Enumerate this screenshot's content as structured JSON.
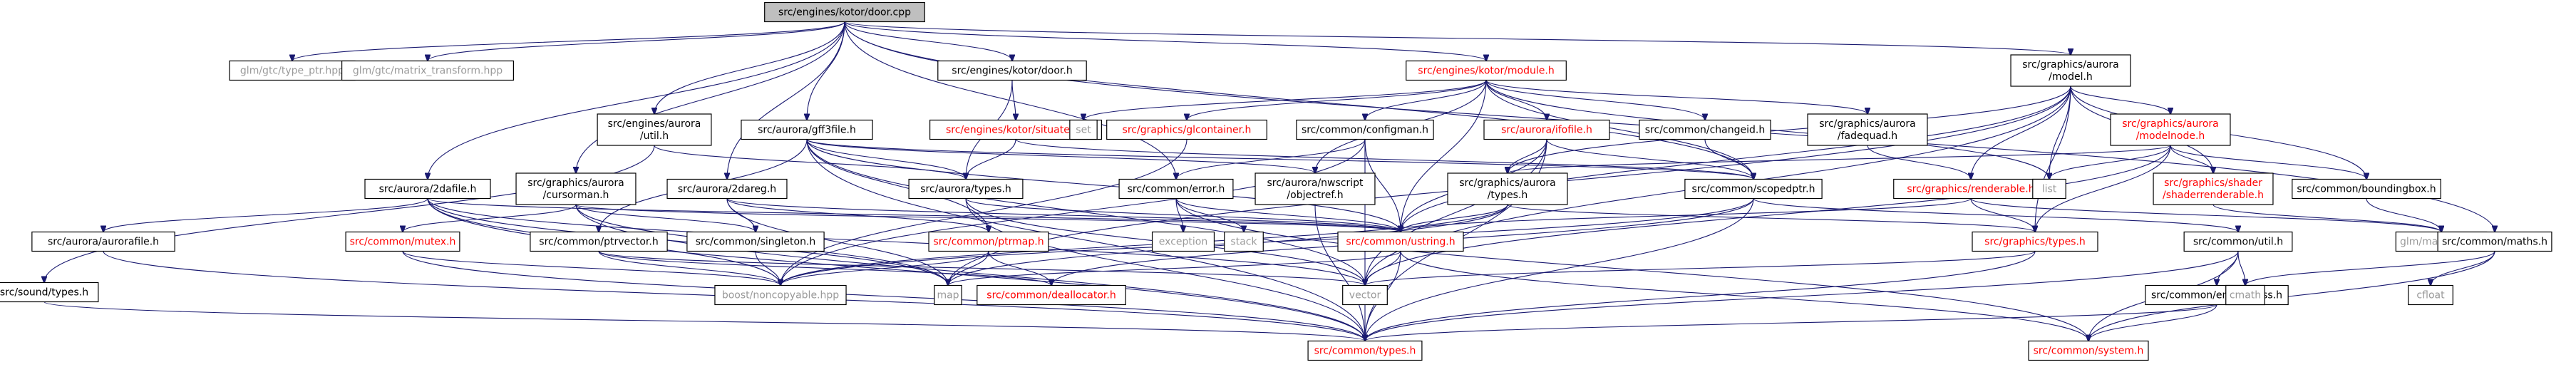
{
  "graph": {
    "colors": {
      "edge": "#191970",
      "root_fill": "#bfbfbf",
      "node_fill": "#ffffff",
      "text_default": "#000000",
      "text_red": "#ff0000",
      "text_system": "#999999"
    },
    "nodes": [
      {
        "id": "root",
        "lines": [
          "src/engines/kotor/door.cpp"
        ],
        "style": "root"
      },
      {
        "id": "glm_type_ptr",
        "lines": [
          "glm/gtc/type_ptr.hpp"
        ],
        "style": "system"
      },
      {
        "id": "glm_matrix_transform",
        "lines": [
          "glm/gtc/matrix_transform.hpp"
        ],
        "style": "system"
      },
      {
        "id": "kotor_door_h",
        "lines": [
          "src/engines/kotor/door.h"
        ],
        "style": "normal"
      },
      {
        "id": "kotor_module_h",
        "lines": [
          "src/engines/kotor/module.h"
        ],
        "style": "red"
      },
      {
        "id": "gfx_aurora_model_h",
        "lines": [
          "src/graphics/aurora",
          "/model.h"
        ],
        "style": "normal"
      },
      {
        "id": "kotor_situated_h",
        "lines": [
          "src/engines/kotor/situated.h"
        ],
        "style": "red"
      },
      {
        "id": "set",
        "lines": [
          "set"
        ],
        "style": "system"
      },
      {
        "id": "gfx_glcontainer_h",
        "lines": [
          "src/graphics/glcontainer.h"
        ],
        "style": "red"
      },
      {
        "id": "common_configman_h",
        "lines": [
          "src/common/configman.h"
        ],
        "style": "normal"
      },
      {
        "id": "aurora_ifofile_h",
        "lines": [
          "src/aurora/ifofile.h"
        ],
        "style": "red"
      },
      {
        "id": "common_changeid_h",
        "lines": [
          "src/common/changeid.h"
        ],
        "style": "normal"
      },
      {
        "id": "gfx_aurora_fadequad_h",
        "lines": [
          "src/graphics/aurora",
          "/fadequad.h"
        ],
        "style": "normal"
      },
      {
        "id": "gfx_aurora_modelnode_h",
        "lines": [
          "src/graphics/aurora",
          "/modelnode.h"
        ],
        "style": "red"
      },
      {
        "id": "engines_aurora_util_h",
        "lines": [
          "src/engines/aurora",
          "/util.h"
        ],
        "style": "normal"
      },
      {
        "id": "aurora_gff3file_h",
        "lines": [
          "src/aurora/gff3file.h"
        ],
        "style": "normal"
      },
      {
        "id": "gfx_aurora_cursorman_h",
        "lines": [
          "src/graphics/aurora",
          "/cursorman.h"
        ],
        "style": "normal"
      },
      {
        "id": "aurora_2dafile_h",
        "lines": [
          "src/aurora/2dafile.h"
        ],
        "style": "normal"
      },
      {
        "id": "aurora_2dareg_h",
        "lines": [
          "src/aurora/2dareg.h"
        ],
        "style": "normal"
      },
      {
        "id": "aurora_types_h",
        "lines": [
          "src/aurora/types.h"
        ],
        "style": "normal"
      },
      {
        "id": "common_error_h",
        "lines": [
          "src/common/error.h"
        ],
        "style": "normal"
      },
      {
        "id": "aurora_nwscript_objectref_h",
        "lines": [
          "src/aurora/nwscript",
          "/objectref.h"
        ],
        "style": "normal"
      },
      {
        "id": "gfx_aurora_types_h",
        "lines": [
          "src/graphics/aurora",
          "/types.h"
        ],
        "style": "normal"
      },
      {
        "id": "common_scopedptr_h",
        "lines": [
          "src/common/scopedptr.h"
        ],
        "style": "normal"
      },
      {
        "id": "gfx_renderable_h",
        "lines": [
          "src/graphics/renderable.h"
        ],
        "style": "red"
      },
      {
        "id": "list",
        "lines": [
          "list"
        ],
        "style": "system"
      },
      {
        "id": "gfx_shader_shaderrenderable_h",
        "lines": [
          "src/graphics/shader",
          "/shaderrenderable.h"
        ],
        "style": "red"
      },
      {
        "id": "common_boundingbox_h",
        "lines": [
          "src/common/boundingbox.h"
        ],
        "style": "normal"
      },
      {
        "id": "sound_types_h",
        "lines": [
          "src/sound/types.h"
        ],
        "style": "normal"
      },
      {
        "id": "aurora_aurorafile_h",
        "lines": [
          "src/aurora/aurorafile.h"
        ],
        "style": "normal"
      },
      {
        "id": "common_mutex_h",
        "lines": [
          "src/common/mutex.h"
        ],
        "style": "red"
      },
      {
        "id": "common_ptrvector_h",
        "lines": [
          "src/common/ptrvector.h"
        ],
        "style": "normal"
      },
      {
        "id": "common_singleton_h",
        "lines": [
          "src/common/singleton.h"
        ],
        "style": "normal"
      },
      {
        "id": "exception",
        "lines": [
          "exception"
        ],
        "style": "system"
      },
      {
        "id": "stack",
        "lines": [
          "stack"
        ],
        "style": "system"
      },
      {
        "id": "common_ptrmap_h",
        "lines": [
          "src/common/ptrmap.h"
        ],
        "style": "red"
      },
      {
        "id": "common_ustring_h",
        "lines": [
          "src/common/ustring.h"
        ],
        "style": "red"
      },
      {
        "id": "gfx_types_h",
        "lines": [
          "src/graphics/types.h"
        ],
        "style": "red"
      },
      {
        "id": "common_util_h",
        "lines": [
          "src/common/util.h"
        ],
        "style": "normal"
      },
      {
        "id": "glm_mat4x4",
        "lines": [
          "glm/mat4x4.hpp"
        ],
        "style": "system"
      },
      {
        "id": "common_maths_h",
        "lines": [
          "src/common/maths.h"
        ],
        "style": "normal"
      },
      {
        "id": "boost_noncopyable",
        "lines": [
          "boost/noncopyable.hpp"
        ],
        "style": "system"
      },
      {
        "id": "map",
        "lines": [
          "map"
        ],
        "style": "system"
      },
      {
        "id": "common_deallocator_h",
        "lines": [
          "src/common/deallocator.h"
        ],
        "style": "red"
      },
      {
        "id": "vector",
        "lines": [
          "vector"
        ],
        "style": "system"
      },
      {
        "id": "common_endianness_h",
        "lines": [
          "src/common/endianness.h"
        ],
        "style": "normal"
      },
      {
        "id": "cmath",
        "lines": [
          "cmath"
        ],
        "style": "system"
      },
      {
        "id": "cfloat",
        "lines": [
          "cfloat"
        ],
        "style": "system"
      },
      {
        "id": "common_types_h",
        "lines": [
          "src/common/types.h"
        ],
        "style": "red"
      },
      {
        "id": "common_system_h",
        "lines": [
          "src/common/system.h"
        ],
        "style": "red"
      }
    ],
    "edges": [
      [
        "root",
        "glm_type_ptr"
      ],
      [
        "root",
        "glm_matrix_transform"
      ],
      [
        "root",
        "kotor_door_h"
      ],
      [
        "root",
        "kotor_module_h"
      ],
      [
        "root",
        "gfx_aurora_model_h"
      ],
      [
        "root",
        "engines_aurora_util_h"
      ],
      [
        "root",
        "aurora_gff3file_h"
      ],
      [
        "root",
        "gfx_aurora_cursorman_h"
      ],
      [
        "root",
        "aurora_2dafile_h"
      ],
      [
        "root",
        "aurora_2dareg_h"
      ],
      [
        "root",
        "common_error_h"
      ],
      [
        "root",
        "common_scopedptr_h"
      ],
      [
        "root",
        "common_maths_h"
      ],
      [
        "kotor_door_h",
        "kotor_situated_h"
      ],
      [
        "kotor_door_h",
        "aurora_types_h"
      ],
      [
        "kotor_module_h",
        "set"
      ],
      [
        "kotor_module_h",
        "gfx_glcontainer_h"
      ],
      [
        "kotor_module_h",
        "common_configman_h"
      ],
      [
        "kotor_module_h",
        "aurora_ifofile_h"
      ],
      [
        "kotor_module_h",
        "common_changeid_h"
      ],
      [
        "kotor_module_h",
        "gfx_aurora_fadequad_h"
      ],
      [
        "kotor_module_h",
        "list"
      ],
      [
        "kotor_module_h",
        "common_scopedptr_h"
      ],
      [
        "kotor_module_h",
        "common_ustring_h"
      ],
      [
        "kotor_module_h",
        "aurora_nwscript_objectref_h"
      ],
      [
        "gfx_aurora_model_h",
        "gfx_aurora_modelnode_h"
      ],
      [
        "gfx_aurora_model_h",
        "gfx_aurora_types_h"
      ],
      [
        "gfx_aurora_model_h",
        "gfx_renderable_h"
      ],
      [
        "gfx_aurora_model_h",
        "list"
      ],
      [
        "gfx_aurora_model_h",
        "gfx_shader_shaderrenderable_h"
      ],
      [
        "gfx_aurora_model_h",
        "common_boundingbox_h"
      ],
      [
        "gfx_aurora_model_h",
        "gfx_types_h"
      ],
      [
        "gfx_aurora_model_h",
        "common_ustring_h"
      ],
      [
        "gfx_aurora_model_h",
        "vector"
      ],
      [
        "gfx_aurora_model_h",
        "map"
      ],
      [
        "kotor_situated_h",
        "aurora_types_h"
      ],
      [
        "kotor_situated_h",
        "common_scopedptr_h"
      ],
      [
        "gfx_glcontainer_h",
        "boost_noncopyable"
      ],
      [
        "common_configman_h",
        "common_ustring_h"
      ],
      [
        "common_configman_h",
        "common_error_h"
      ],
      [
        "common_configman_h",
        "common_types_h"
      ],
      [
        "common_configman_h",
        "boost_noncopyable"
      ],
      [
        "aurora_ifofile_h",
        "common_ustring_h"
      ],
      [
        "aurora_ifofile_h",
        "gfx_aurora_types_h"
      ],
      [
        "aurora_ifofile_h",
        "common_scopedptr_h"
      ],
      [
        "aurora_ifofile_h",
        "vector"
      ],
      [
        "aurora_ifofile_h",
        "common_types_h"
      ],
      [
        "common_changeid_h",
        "common_scopedptr_h"
      ],
      [
        "gfx_aurora_fadequad_h",
        "gfx_renderable_h"
      ],
      [
        "gfx_aurora_modelnode_h",
        "list"
      ],
      [
        "gfx_aurora_modelnode_h",
        "gfx_shader_shaderrenderable_h"
      ],
      [
        "gfx_aurora_modelnode_h",
        "common_boundingbox_h"
      ],
      [
        "gfx_aurora_modelnode_h",
        "gfx_types_h"
      ],
      [
        "gfx_aurora_modelnode_h",
        "gfx_aurora_types_h"
      ],
      [
        "gfx_aurora_modelnode_h",
        "vector"
      ],
      [
        "engines_aurora_util_h",
        "sound_types_h"
      ],
      [
        "engines_aurora_util_h",
        "aurora_types_h"
      ],
      [
        "aurora_gff3file_h",
        "aurora_types_h"
      ],
      [
        "aurora_gff3file_h",
        "common_ptrvector_h"
      ],
      [
        "aurora_gff3file_h",
        "common_ustring_h"
      ],
      [
        "aurora_gff3file_h",
        "common_ptrmap_h"
      ],
      [
        "aurora_gff3file_h",
        "common_scopedptr_h"
      ],
      [
        "aurora_gff3file_h",
        "aurora_nwscript_objectref_h"
      ],
      [
        "aurora_gff3file_h",
        "common_types_h"
      ],
      [
        "aurora_gff3file_h",
        "vector"
      ],
      [
        "gfx_aurora_cursorman_h",
        "common_mutex_h"
      ],
      [
        "gfx_aurora_cursorman_h",
        "common_singleton_h"
      ],
      [
        "gfx_aurora_cursorman_h",
        "common_ustring_h"
      ],
      [
        "gfx_aurora_cursorman_h",
        "map"
      ],
      [
        "gfx_aurora_cursorman_h",
        "common_types_h"
      ],
      [
        "aurora_2dafile_h",
        "aurora_aurorafile_h"
      ],
      [
        "aurora_2dafile_h",
        "common_ustring_h"
      ],
      [
        "aurora_2dafile_h",
        "map"
      ],
      [
        "aurora_2dafile_h",
        "vector"
      ],
      [
        "aurora_2dafile_h",
        "boost_noncopyable"
      ],
      [
        "aurora_2dafile_h",
        "common_types_h"
      ],
      [
        "aurora_2dareg_h",
        "common_singleton_h"
      ],
      [
        "aurora_2dareg_h",
        "common_ustring_h"
      ],
      [
        "aurora_2dareg_h",
        "common_ptrmap_h"
      ],
      [
        "aurora_2dareg_h",
        "map"
      ],
      [
        "aurora_types_h",
        "common_ustring_h"
      ],
      [
        "aurora_types_h",
        "vector"
      ],
      [
        "aurora_types_h",
        "common_types_h"
      ],
      [
        "common_error_h",
        "exception"
      ],
      [
        "common_error_h",
        "stack"
      ],
      [
        "common_error_h",
        "common_ustring_h"
      ],
      [
        "common_error_h",
        "common_system_h"
      ],
      [
        "aurora_nwscript_objectref_h",
        "common_types_h"
      ],
      [
        "gfx_aurora_types_h",
        "common_ustring_h"
      ],
      [
        "gfx_aurora_types_h",
        "gfx_types_h"
      ],
      [
        "gfx_aurora_types_h",
        "map"
      ],
      [
        "gfx_aurora_types_h",
        "boost_noncopyable"
      ],
      [
        "common_scopedptr_h",
        "boost_noncopyable"
      ],
      [
        "common_scopedptr_h",
        "common_types_h"
      ],
      [
        "common_scopedptr_h",
        "common_util_h"
      ],
      [
        "common_scopedptr_h",
        "common_deallocator_h"
      ],
      [
        "gfx_renderable_h",
        "common_ustring_h"
      ],
      [
        "gfx_renderable_h",
        "gfx_types_h"
      ],
      [
        "gfx_renderable_h",
        "list"
      ],
      [
        "gfx_renderable_h",
        "glm_mat4x4"
      ],
      [
        "gfx_shader_shaderrenderable_h",
        "glm_mat4x4"
      ],
      [
        "common_boundingbox_h",
        "glm_mat4x4"
      ],
      [
        "sound_types_h",
        "common_types_h"
      ],
      [
        "aurora_aurorafile_h",
        "common_types_h"
      ],
      [
        "common_mutex_h",
        "boost_noncopyable"
      ],
      [
        "common_mutex_h",
        "common_types_h"
      ],
      [
        "common_ptrvector_h",
        "vector"
      ],
      [
        "common_ptrvector_h",
        "boost_noncopyable"
      ],
      [
        "common_ptrvector_h",
        "common_deallocator_h"
      ],
      [
        "common_singleton_h",
        "boost_noncopyable"
      ],
      [
        "common_ptrmap_h",
        "map"
      ],
      [
        "common_ptrmap_h",
        "boost_noncopyable"
      ],
      [
        "common_ptrmap_h",
        "common_deallocator_h"
      ],
      [
        "common_ustring_h",
        "common_types_h"
      ],
      [
        "common_ustring_h",
        "common_system_h"
      ],
      [
        "common_ustring_h",
        "vector"
      ],
      [
        "common_ustring_h",
        "map"
      ],
      [
        "gfx_types_h",
        "common_types_h"
      ],
      [
        "gfx_types_h",
        "vector"
      ],
      [
        "common_util_h",
        "cmath"
      ],
      [
        "common_util_h",
        "common_endianness_h"
      ],
      [
        "common_util_h",
        "common_types_h"
      ],
      [
        "common_util_h",
        "common_system_h"
      ],
      [
        "common_maths_h",
        "cmath"
      ],
      [
        "common_maths_h",
        "cfloat"
      ],
      [
        "common_maths_h",
        "common_system_h"
      ],
      [
        "common_endianness_h",
        "common_types_h"
      ],
      [
        "common_endianness_h",
        "common_system_h"
      ]
    ]
  }
}
